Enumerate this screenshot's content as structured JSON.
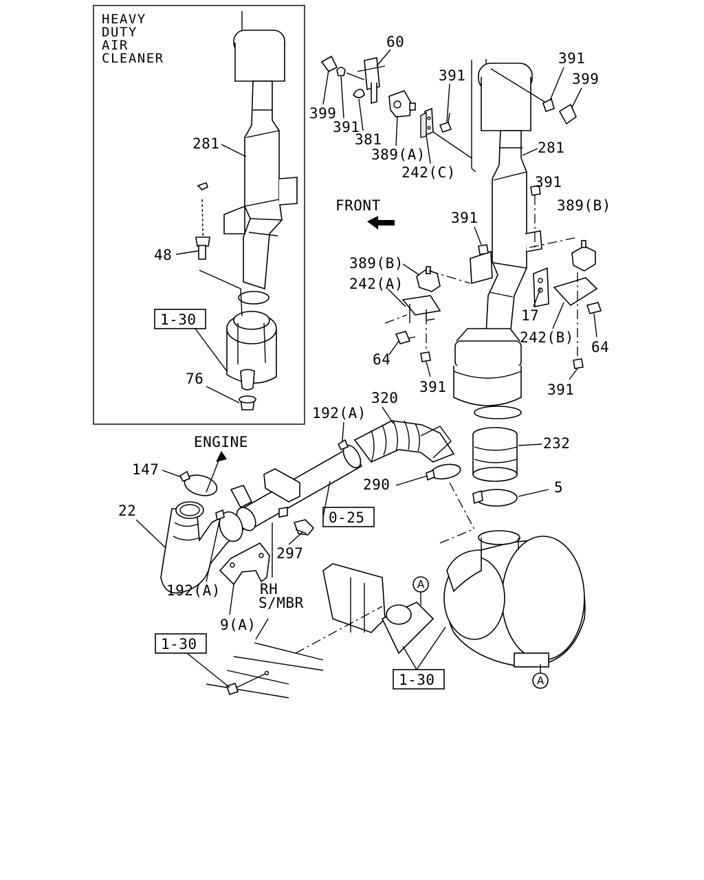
{
  "inset": {
    "title_lines": [
      "HEAVY",
      "DUTY",
      "AIR",
      "CLEANER"
    ]
  },
  "labels": {
    "l60": "60",
    "l391_top_left": "391",
    "l391_top_mid": "391",
    "l391_top_right": "391",
    "l399_left": "399",
    "l399_right": "399",
    "l381": "381",
    "l389a": "389(A)",
    "l242c": "242(C)",
    "l281_inset": "281",
    "l281_main": "281",
    "l48": "48",
    "l76": "76",
    "front": "FRONT",
    "l391_mid_left": "391",
    "l391_mid_right": "391",
    "l389b_left": "389(B)",
    "l389b_right": "389(B)",
    "l242a": "242(A)",
    "l17": "17",
    "l242b": "242(B)",
    "l64_left": "64",
    "l64_right": "64",
    "l391_low_left": "391",
    "l391_low_right": "391",
    "engine": "ENGINE",
    "l192a_top": "192(A)",
    "l320": "320",
    "l232": "232",
    "l147": "147",
    "l290": "290",
    "l5": "5",
    "l22": "22",
    "l297": "297",
    "l192a_bottom": "192(A)",
    "l9a": "9(A)",
    "rh": "RH",
    "smbr": "S/MBR"
  },
  "refs": {
    "ref_inset": "1-30",
    "ref_025": "0-25",
    "ref_left": "1-30",
    "ref_bottom": "1-30"
  },
  "circles": {
    "a_upper": "A",
    "a_lower": "A"
  }
}
